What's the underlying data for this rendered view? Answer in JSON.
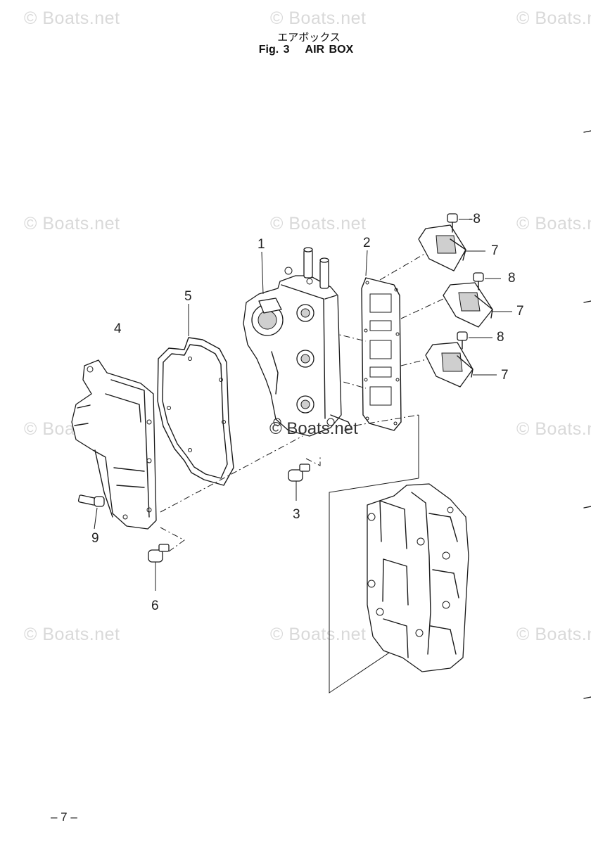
{
  "header": {
    "title_jp": "エアボックス",
    "fig_label": "Fig. 3",
    "title_en": "AIR BOX"
  },
  "watermark": {
    "text": "© Boats.net",
    "center_text": "© Boats.net"
  },
  "callouts": {
    "c1": "1",
    "c2": "2",
    "c3": "3",
    "c4": "4",
    "c5": "5",
    "c6": "6",
    "c7a": "7",
    "c7b": "7",
    "c7c": "7",
    "c8a": "-8",
    "c8b": "8",
    "c8c": "8",
    "c9": "9"
  },
  "footer": {
    "page_number": "– 7 –"
  }
}
